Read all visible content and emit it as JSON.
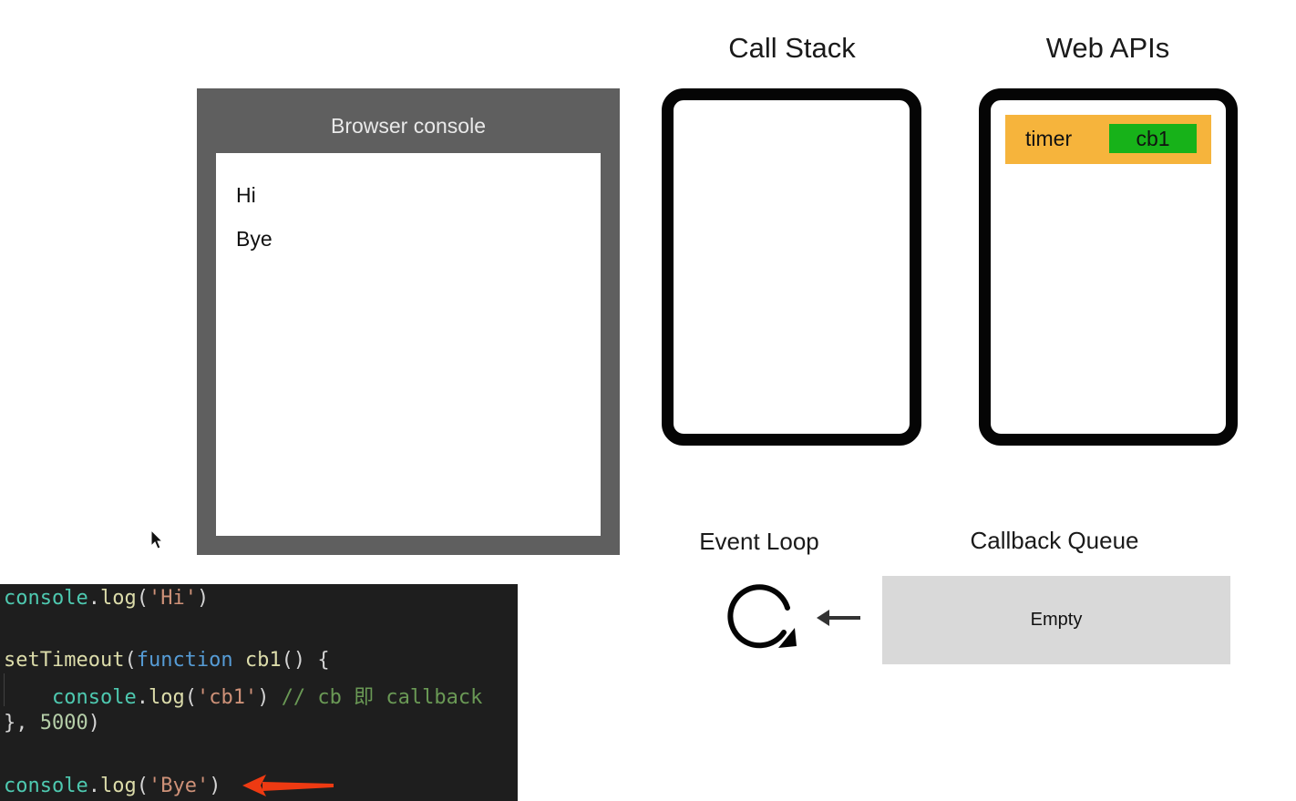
{
  "console": {
    "title": "Browser console",
    "lines": [
      "Hi",
      "Bye"
    ]
  },
  "call_stack": {
    "title": "Call Stack"
  },
  "web_apis": {
    "title": "Web APIs",
    "timer_label": "timer",
    "callback_name": "cb1"
  },
  "event_loop": {
    "title": "Event Loop"
  },
  "callback_queue": {
    "title": "Callback Queue",
    "content": "Empty"
  },
  "code": {
    "line1": {
      "obj": "console",
      "dot": ".",
      "fn": "log",
      "open": "(",
      "str": "'Hi'",
      "close": ")"
    },
    "line3": {
      "fn": "setTimeout",
      "open": "(",
      "kw": "function",
      "space": " ",
      "name": "cb1",
      "rest": "() {"
    },
    "line4": {
      "indent": "    ",
      "obj": "console",
      "dot": ".",
      "fn": "log",
      "open": "(",
      "str": "'cb1'",
      "close": ") ",
      "comment": "// cb 即 callback"
    },
    "line5": {
      "start": "}, ",
      "num": "5000",
      "close": ")"
    },
    "line7": {
      "obj": "console",
      "dot": ".",
      "fn": "log",
      "open": "(",
      "str": "'Bye'",
      "close": ")"
    }
  },
  "colors": {
    "console_frame": "#5f5f5f",
    "timer_bar": "#f6b43c",
    "callback_chip": "#17b219",
    "queue_bg": "#d9d9d9",
    "editor_bg": "#1e1e1e",
    "pointer_arrow": "#ee3a12"
  },
  "icons": {
    "event_loop": "refresh-cycle-icon",
    "queue_to_loop": "arrow-left-icon",
    "code_pointer": "red-arrow-left-icon",
    "mouse": "mouse-cursor-icon"
  }
}
